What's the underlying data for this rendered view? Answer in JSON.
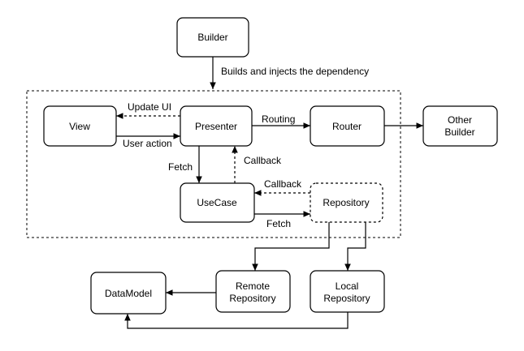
{
  "diagram": {
    "nodes": {
      "builder": "Builder",
      "view": "View",
      "presenter": "Presenter",
      "router": "Router",
      "other_builder_line1": "Other",
      "other_builder_line2": "Builder",
      "usecase": "UseCase",
      "repository": "Repository",
      "datamodel": "DataModel",
      "remote_repository_line1": "Remote",
      "remote_repository_line2": "Repository",
      "local_repository_line1": "Local",
      "local_repository_line2": "Repository"
    },
    "edges": {
      "builds_injects": "Builds and injects the dependency",
      "update_ui": "Update UI",
      "user_action": "User action",
      "routing": "Routing",
      "fetch_presenter_usecase": "Fetch",
      "callback_usecase_presenter": "Callback",
      "callback_repository_usecase": "Callback",
      "fetch_usecase_repository": "Fetch"
    },
    "colors": {
      "stroke": "#000000",
      "fill": "#ffffff",
      "text": "#000000"
    }
  }
}
